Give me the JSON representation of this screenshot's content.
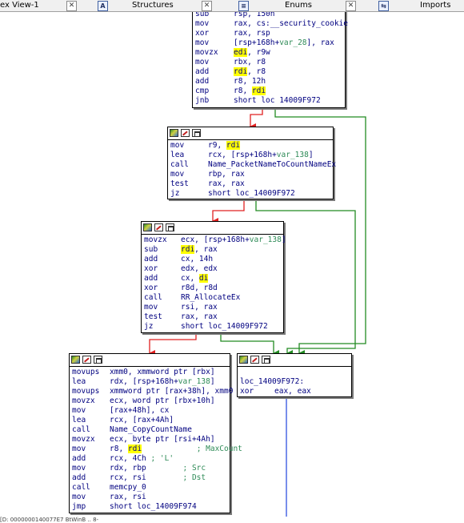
{
  "tabs": [
    {
      "label": "ex View-1",
      "icon": "",
      "close": true
    },
    {
      "label": "Structures",
      "icon": "A",
      "close": true
    },
    {
      "label": "Enums",
      "icon": "≡",
      "close": true
    },
    {
      "label": "Imports",
      "icon": "⇆",
      "close": false
    }
  ],
  "colors": {
    "edge_true": "#228b22",
    "edge_false": "#e02020",
    "edge_uncond": "#3050e0",
    "highlight": "#ffff00",
    "text": "#000080"
  },
  "blocks": {
    "b1": {
      "lines": [
        {
          "m": "sub",
          "ops": [
            {
              "t": "rsp, 150h"
            }
          ]
        },
        {
          "m": "mov",
          "ops": [
            {
              "t": "rax, cs:__security_cookie"
            }
          ]
        },
        {
          "m": "xor",
          "ops": [
            {
              "t": "rax, rsp"
            }
          ]
        },
        {
          "m": "mov",
          "ops": [
            {
              "t": "[rsp+168h+"
            },
            {
              "t": "var_28",
              "c": "grn"
            },
            {
              "t": "], rax"
            }
          ]
        },
        {
          "m": "movzx",
          "ops": [
            {
              "t": "edi",
              "c": "hl"
            },
            {
              "t": ", r9w"
            }
          ]
        },
        {
          "m": "mov",
          "ops": [
            {
              "t": "rbx, r8"
            }
          ]
        },
        {
          "m": "add",
          "ops": [
            {
              "t": "rdi",
              "c": "hl"
            },
            {
              "t": ", r8"
            }
          ]
        },
        {
          "m": "add",
          "ops": [
            {
              "t": "r8, 12h"
            }
          ]
        },
        {
          "m": "cmp",
          "ops": [
            {
              "t": "r8, "
            },
            {
              "t": "rdi",
              "c": "hl"
            }
          ]
        },
        {
          "m": "jnb",
          "ops": [
            {
              "t": "short loc 14009F972"
            }
          ]
        }
      ]
    },
    "b2": {
      "lines": [
        {
          "m": "mov",
          "ops": [
            {
              "t": "r9, "
            },
            {
              "t": "rdi",
              "c": "hl"
            }
          ]
        },
        {
          "m": "lea",
          "ops": [
            {
              "t": "rcx, [rsp+168h+"
            },
            {
              "t": "var_138",
              "c": "grn"
            },
            {
              "t": "]"
            }
          ]
        },
        {
          "m": "call",
          "ops": [
            {
              "t": "Name_PacketNameToCountNameEx"
            }
          ]
        },
        {
          "m": "mov",
          "ops": [
            {
              "t": "rbp, rax"
            }
          ]
        },
        {
          "m": "test",
          "ops": [
            {
              "t": "rax, rax"
            }
          ]
        },
        {
          "m": "jz",
          "ops": [
            {
              "t": "short loc_14009F972"
            }
          ]
        }
      ]
    },
    "b3": {
      "lines": [
        {
          "m": "movzx",
          "ops": [
            {
              "t": "ecx, [rsp+168h+"
            },
            {
              "t": "var_138",
              "c": "grn"
            },
            {
              "t": "]"
            }
          ]
        },
        {
          "m": "sub",
          "ops": [
            {
              "t": "rdi",
              "c": "hl"
            },
            {
              "t": ", rax"
            }
          ]
        },
        {
          "m": "add",
          "ops": [
            {
              "t": "cx, 14h"
            }
          ]
        },
        {
          "m": "xor",
          "ops": [
            {
              "t": "edx, edx"
            }
          ]
        },
        {
          "m": "add",
          "ops": [
            {
              "t": "cx, "
            },
            {
              "t": "di",
              "c": "hl"
            }
          ]
        },
        {
          "m": "xor",
          "ops": [
            {
              "t": "r8d, r8d"
            }
          ]
        },
        {
          "m": "call",
          "ops": [
            {
              "t": "RR_AllocateEx"
            }
          ]
        },
        {
          "m": "mov",
          "ops": [
            {
              "t": "rsi, rax"
            }
          ]
        },
        {
          "m": "test",
          "ops": [
            {
              "t": "rax, rax"
            }
          ]
        },
        {
          "m": "jz",
          "ops": [
            {
              "t": "short loc_14009F972"
            }
          ]
        }
      ]
    },
    "b4": {
      "lines": [
        {
          "m": "movups",
          "ops": [
            {
              "t": "xmm0, xmmword ptr [rbx]"
            }
          ]
        },
        {
          "m": "lea",
          "ops": [
            {
              "t": "rdx, [rsp+168h+"
            },
            {
              "t": "var_138",
              "c": "grn"
            },
            {
              "t": "]"
            }
          ]
        },
        {
          "m": "movups",
          "ops": [
            {
              "t": "xmmword ptr [rax+38h], xmm0"
            }
          ]
        },
        {
          "m": "movzx",
          "ops": [
            {
              "t": "ecx, word ptr [rbx+10h]"
            }
          ]
        },
        {
          "m": "mov",
          "ops": [
            {
              "t": "[rax+48h], cx"
            }
          ]
        },
        {
          "m": "lea",
          "ops": [
            {
              "t": "rcx, [rax+4Ah]"
            }
          ]
        },
        {
          "m": "call",
          "ops": [
            {
              "t": "Name_CopyCountName"
            }
          ]
        },
        {
          "m": "movzx",
          "ops": [
            {
              "t": "ecx, byte ptr [rsi+4Ah]"
            }
          ]
        },
        {
          "m": "mov",
          "ops": [
            {
              "t": "r8, "
            },
            {
              "t": "rdi",
              "c": "hl"
            },
            {
              "t": "            "
            },
            {
              "t": "; MaxCount",
              "c": "grn"
            }
          ]
        },
        {
          "m": "add",
          "ops": [
            {
              "t": "rcx, 4Ch "
            },
            {
              "t": "; 'L'",
              "c": "grn"
            }
          ]
        },
        {
          "m": "mov",
          "ops": [
            {
              "t": "rdx, rbp        "
            },
            {
              "t": "; Src",
              "c": "grn"
            }
          ]
        },
        {
          "m": "add",
          "ops": [
            {
              "t": "rcx, rsi        "
            },
            {
              "t": "; Dst",
              "c": "grn"
            }
          ]
        },
        {
          "m": "call",
          "ops": [
            {
              "t": "memcpy_0"
            }
          ]
        },
        {
          "m": "mov",
          "ops": [
            {
              "t": "rax, rsi"
            }
          ]
        },
        {
          "m": "jmp",
          "ops": [
            {
              "t": "short loc_14009F974"
            }
          ]
        }
      ]
    },
    "b5": {
      "lines": [
        {
          "m": "",
          "ops": [
            {
              "t": ""
            }
          ]
        },
        {
          "m": "loc_14009F972:",
          "ops": [
            {
              "t": ""
            }
          ]
        },
        {
          "m": "xor",
          "ops": [
            {
              "t": "eax, eax"
            }
          ]
        }
      ]
    }
  },
  "status_text": "[D:  0000000140077E7  BtWinB ..  8-"
}
